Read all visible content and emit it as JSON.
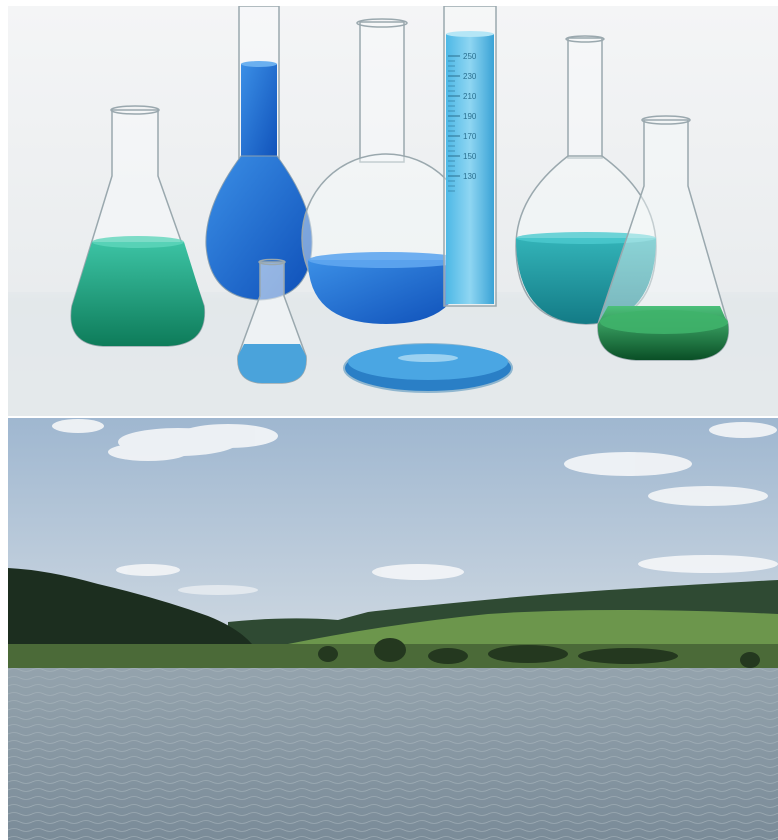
{
  "image_top": {
    "subject": "laboratory glassware",
    "colors": {
      "background": "#eef0f1",
      "green_liquid": "#1f9a84",
      "blue_liquid": "#1f6fd0",
      "teal_liquid": "#1b8f9a",
      "cyan_liquid": "#3aa7d9",
      "dark_green_liquid": "#0f6b3a",
      "glass": "#c9d3d8"
    },
    "cylinder_ticks": [
      "250",
      "230",
      "210",
      "190",
      "170",
      "150",
      "130"
    ]
  },
  "image_bottom": {
    "subject": "lake and green hills landscape",
    "colors": {
      "sky_top": "#a9bfd6",
      "sky_bottom": "#cfd9e2",
      "hills_dark": "#1f3322",
      "hills_green": "#5f8a45",
      "water": "#8a9aa6"
    }
  }
}
